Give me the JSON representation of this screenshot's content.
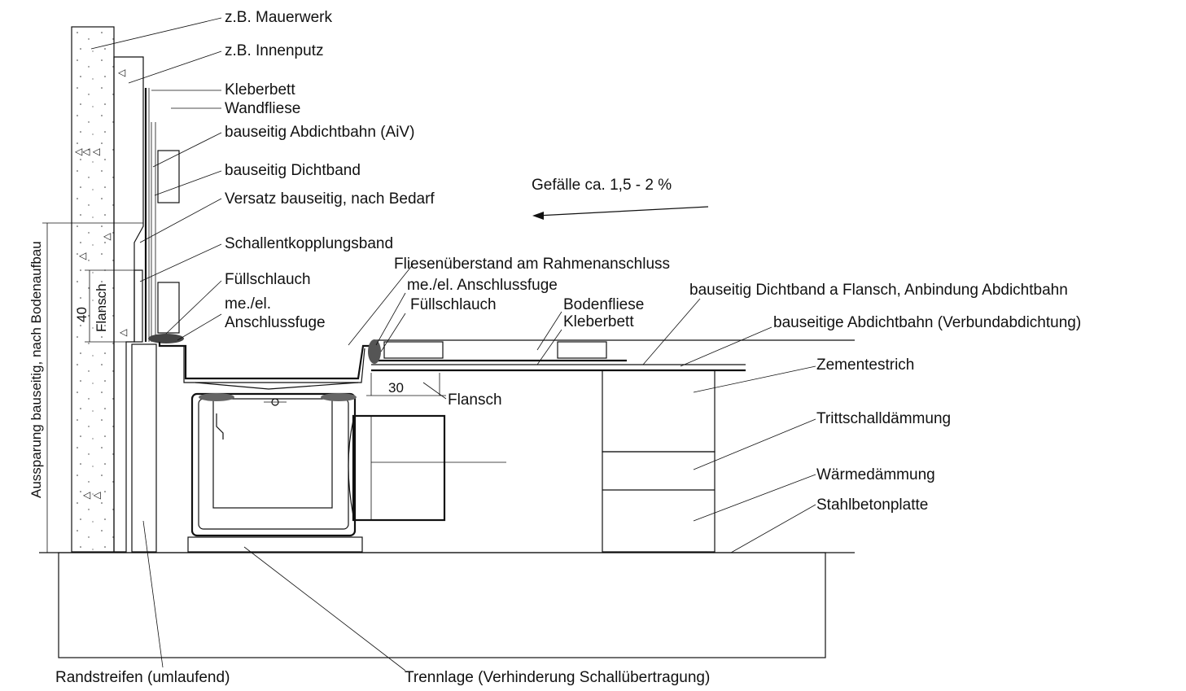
{
  "labels": {
    "mauerwerk": "z.B. Mauerwerk",
    "innenputz": "z.B. Innenputz",
    "kleberbett_wand": "Kleberbett",
    "wandfliese": "Wandfliese",
    "abdichtbahn_aiv": "bauseitig Abdichtbahn (AiV)",
    "dichtband": "bauseitig Dichtband",
    "versatz": "Versatz bauseitig, nach Bedarf",
    "gefaelle": "Gefälle ca. 1,5 - 2 %",
    "schallentkopplungsband": "Schallentkopplungsband",
    "fliesenueberstand": "Fliesenüberstand am Rahmenanschluss",
    "fuellschlauch_1": "Füllschlauch",
    "anschlussfuge_1a": "me./el.",
    "anschlussfuge_1b": "Anschlussfuge",
    "anschlussfuge_2": "me./el. Anschlussfuge",
    "fuellschlauch_2": "Füllschlauch",
    "bodenfliese": "Bodenfliese",
    "kleberbett_boden": "Kleberbett",
    "dichtband_flansch": "bauseitig Dichtband a Flansch, Anbindung Abdichtbahn",
    "verbundabdichtung": "bauseitige Abdichtbahn (Verbundabdichtung)",
    "zementestrich": "Zementestrich",
    "trittschall": "Trittschalldämmung",
    "waermedaemmung": "Wärmedämmung",
    "stahlbeton": "Stahlbetonplatte",
    "randstreifen": "Randstreifen (umlaufend)",
    "trennlage": "Trennlage (Verhinderung Schallübertragung)",
    "flansch_bottom": "Flansch",
    "aussparung": "Aussparung bauseitig, nach Bodenaufbau",
    "flansch_vertical": "Flansch",
    "dim_40": "40",
    "dim_30": "30"
  }
}
